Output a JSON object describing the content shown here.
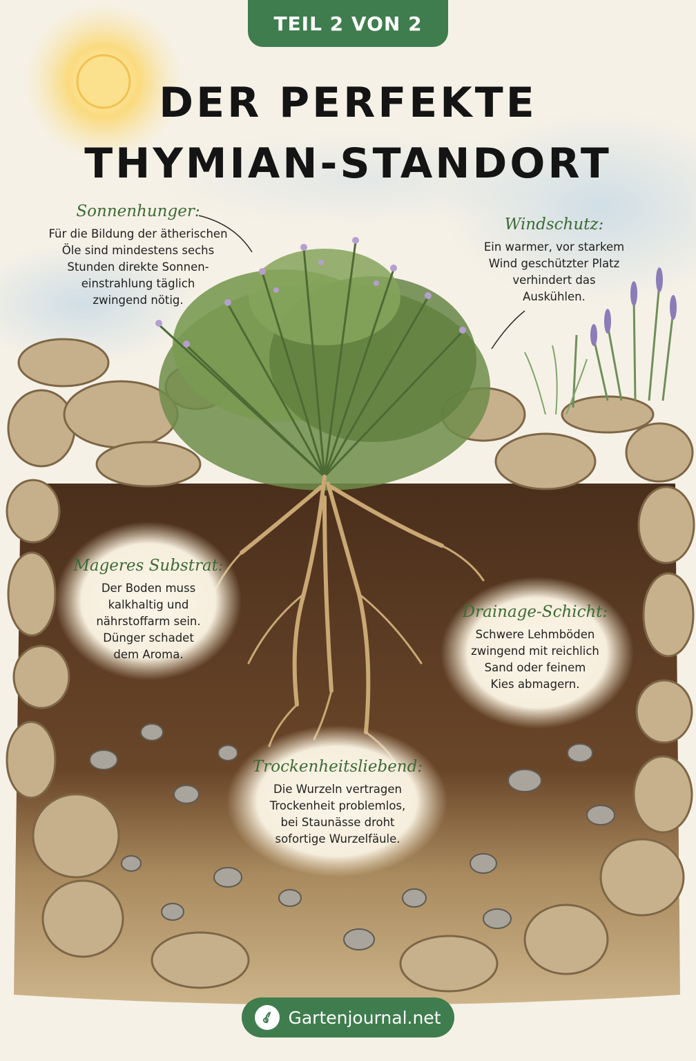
{
  "badge": {
    "label": "TEIL 2 VON 2"
  },
  "title": {
    "line1": "DER PERFEKTE",
    "line2": "THYMIAN-STANDORT"
  },
  "callouts": {
    "sun": {
      "heading": "Sonnenhunger:",
      "lines": [
        "Für die Bildung der ätherischen",
        "Öle sind mindestens sechs",
        "Stunden direkte Sonnen-",
        "einstrahlung täglich",
        "zwingend nötig."
      ]
    },
    "wind": {
      "heading": "Windschutz:",
      "lines": [
        "Ein warmer, vor starkem",
        "Wind geschützter Platz",
        "verhindert das",
        "Auskühlen."
      ]
    },
    "substrate": {
      "heading": "Mageres Substrat:",
      "lines": [
        "Der Boden muss",
        "kalkhaltig und",
        "nährstoffarm sein.",
        "Dünger schadet",
        "dem Aroma."
      ]
    },
    "drainage": {
      "heading": "Drainage-Schicht:",
      "lines": [
        "Schwere Lehmböden",
        "zwingend mit reichlich",
        "Sand oder feinem",
        "Kies abmagern."
      ]
    },
    "dry": {
      "heading": "Trockenheitsliebend:",
      "lines": [
        "Die Wurzeln vertragen",
        "Trockenheit problemlos,",
        "bei Staunässe droht",
        "sofortige Wurzelfäule."
      ]
    }
  },
  "footer": {
    "site": "Gartenjournal.net",
    "icon": "plant-logo-icon"
  },
  "colors": {
    "accent": "#3f7d4e",
    "heading_green": "#3c6a35",
    "soil": "#5a3a22",
    "stone": "#c2ae8a"
  }
}
